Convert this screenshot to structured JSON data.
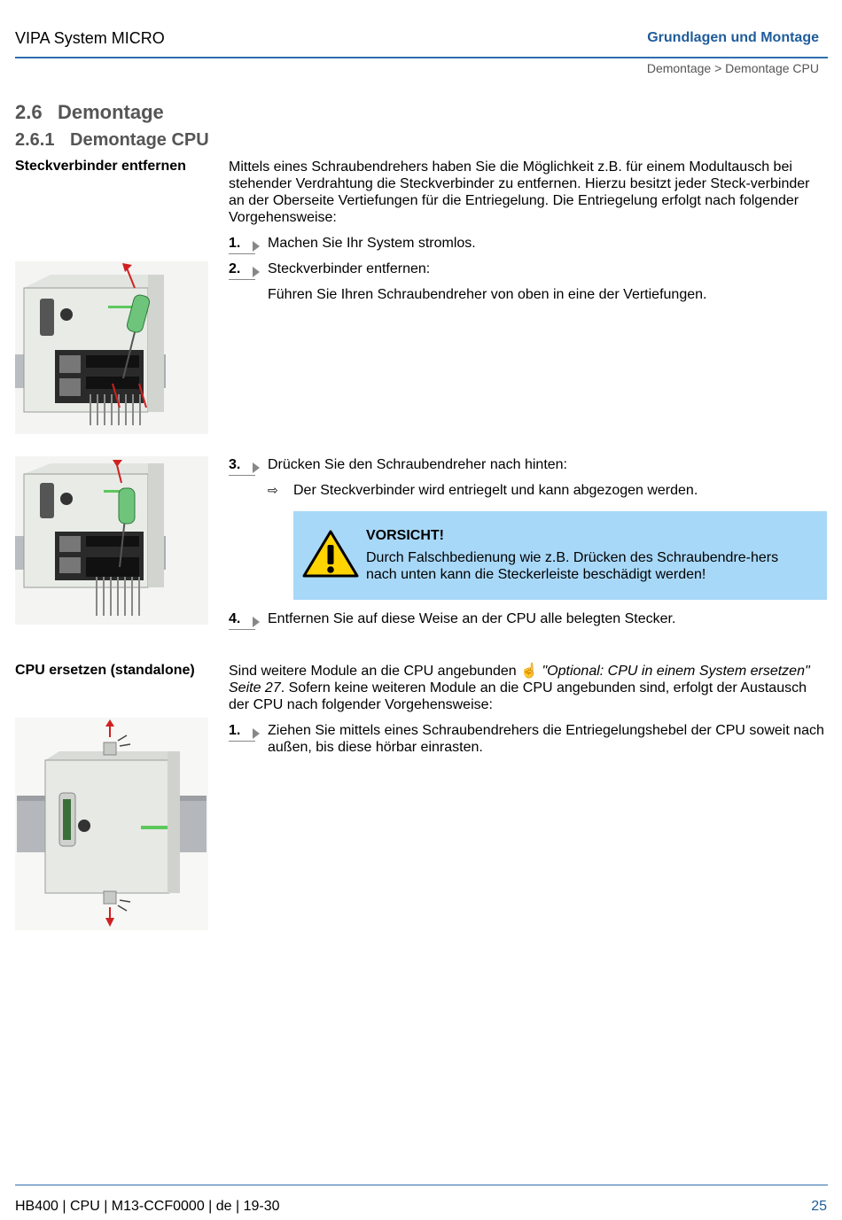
{
  "header": {
    "left": "VIPA System MICRO",
    "right": "Grundlagen und Montage",
    "breadcrumb": "Demontage > Demontage CPU"
  },
  "section": {
    "number": "2.6",
    "title": "Demontage"
  },
  "subsection": {
    "number": "2.6.1",
    "title": "Demontage CPU"
  },
  "block1": {
    "label": "Steckverbinder entfernen",
    "intro": "Mittels eines Schraubendrehers haben Sie die Möglichkeit z.B. für einem Modultausch bei stehender Verdrahtung die Steckverbinder zu entfernen. Hierzu besitzt jeder Steck-verbinder an der Oberseite Vertiefungen für die Entriegelung. Die Entriegelung erfolgt nach folgender Vorgehensweise:",
    "steps": [
      {
        "num": "1.",
        "text": "Machen Sie Ihr System stromlos."
      },
      {
        "num": "2.",
        "text": "Steckverbinder entfernen:",
        "sub": "Führen Sie Ihren Schraubendreher von oben in eine der Vertiefungen."
      },
      {
        "num": "3.",
        "text": "Drücken Sie den Schraubendreher nach hinten:"
      },
      {
        "num": "4.",
        "text": "Entfernen Sie auf diese Weise an der CPU alle belegten Stecker."
      }
    ],
    "result": {
      "symbol": "⇨",
      "text": "Der Steckverbinder wird entriegelt und kann abgezogen werden."
    },
    "warning": {
      "title": "VORSICHT!",
      "text": "Durch Falschbedienung wie z.B. Drücken des Schraubendre-hers nach unten kann die Steckerleiste beschädigt werden!"
    }
  },
  "block2": {
    "label": "CPU ersetzen (standalone)",
    "intro_before": "Sind weitere Module an die CPU angebunden",
    "link_icon": "☝",
    "link_text": "\"Optional: CPU in einem System ersetzen\" Seite 27",
    "intro_after": ". Sofern keine weiteren Module an die CPU angebunden sind, erfolgt der Austausch der CPU nach folgender Vorgehensweise:",
    "steps": [
      {
        "num": "1.",
        "text": "Ziehen Sie mittels eines Schraubendrehers die Entriegelungshebel der CPU soweit nach außen, bis diese hörbar einrasten."
      }
    ]
  },
  "footer": {
    "left": "HB400 | CPU | M13-CCF0000 | de | 19-30",
    "page": "25"
  },
  "colors": {
    "brand_blue": "#1f5c9a",
    "warning_bg": "#a8d8f8",
    "warning_yellow": "#ffd400"
  }
}
